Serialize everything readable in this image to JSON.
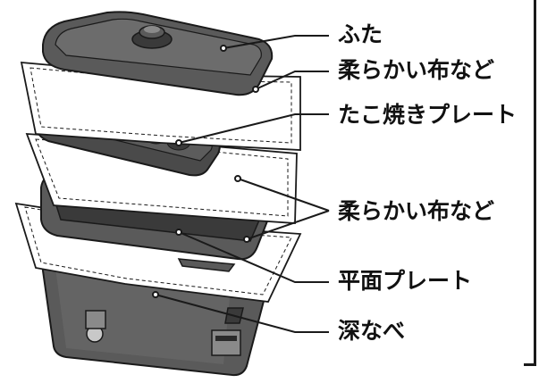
{
  "labels": {
    "lid": "ふた",
    "cloth_top": "柔らかい布など",
    "takoyaki_plate": "たこ焼きプレート",
    "cloth_middle": "柔らかい布など",
    "flat_plate": "平面プレート",
    "deep_pot": "深なべ"
  },
  "colors": {
    "body_gray": "#5a5a5a",
    "body_dark": "#3a3a3a",
    "body_light": "#8a8a8a",
    "cloth": "#ffffff",
    "outline": "#1a1a1a"
  }
}
